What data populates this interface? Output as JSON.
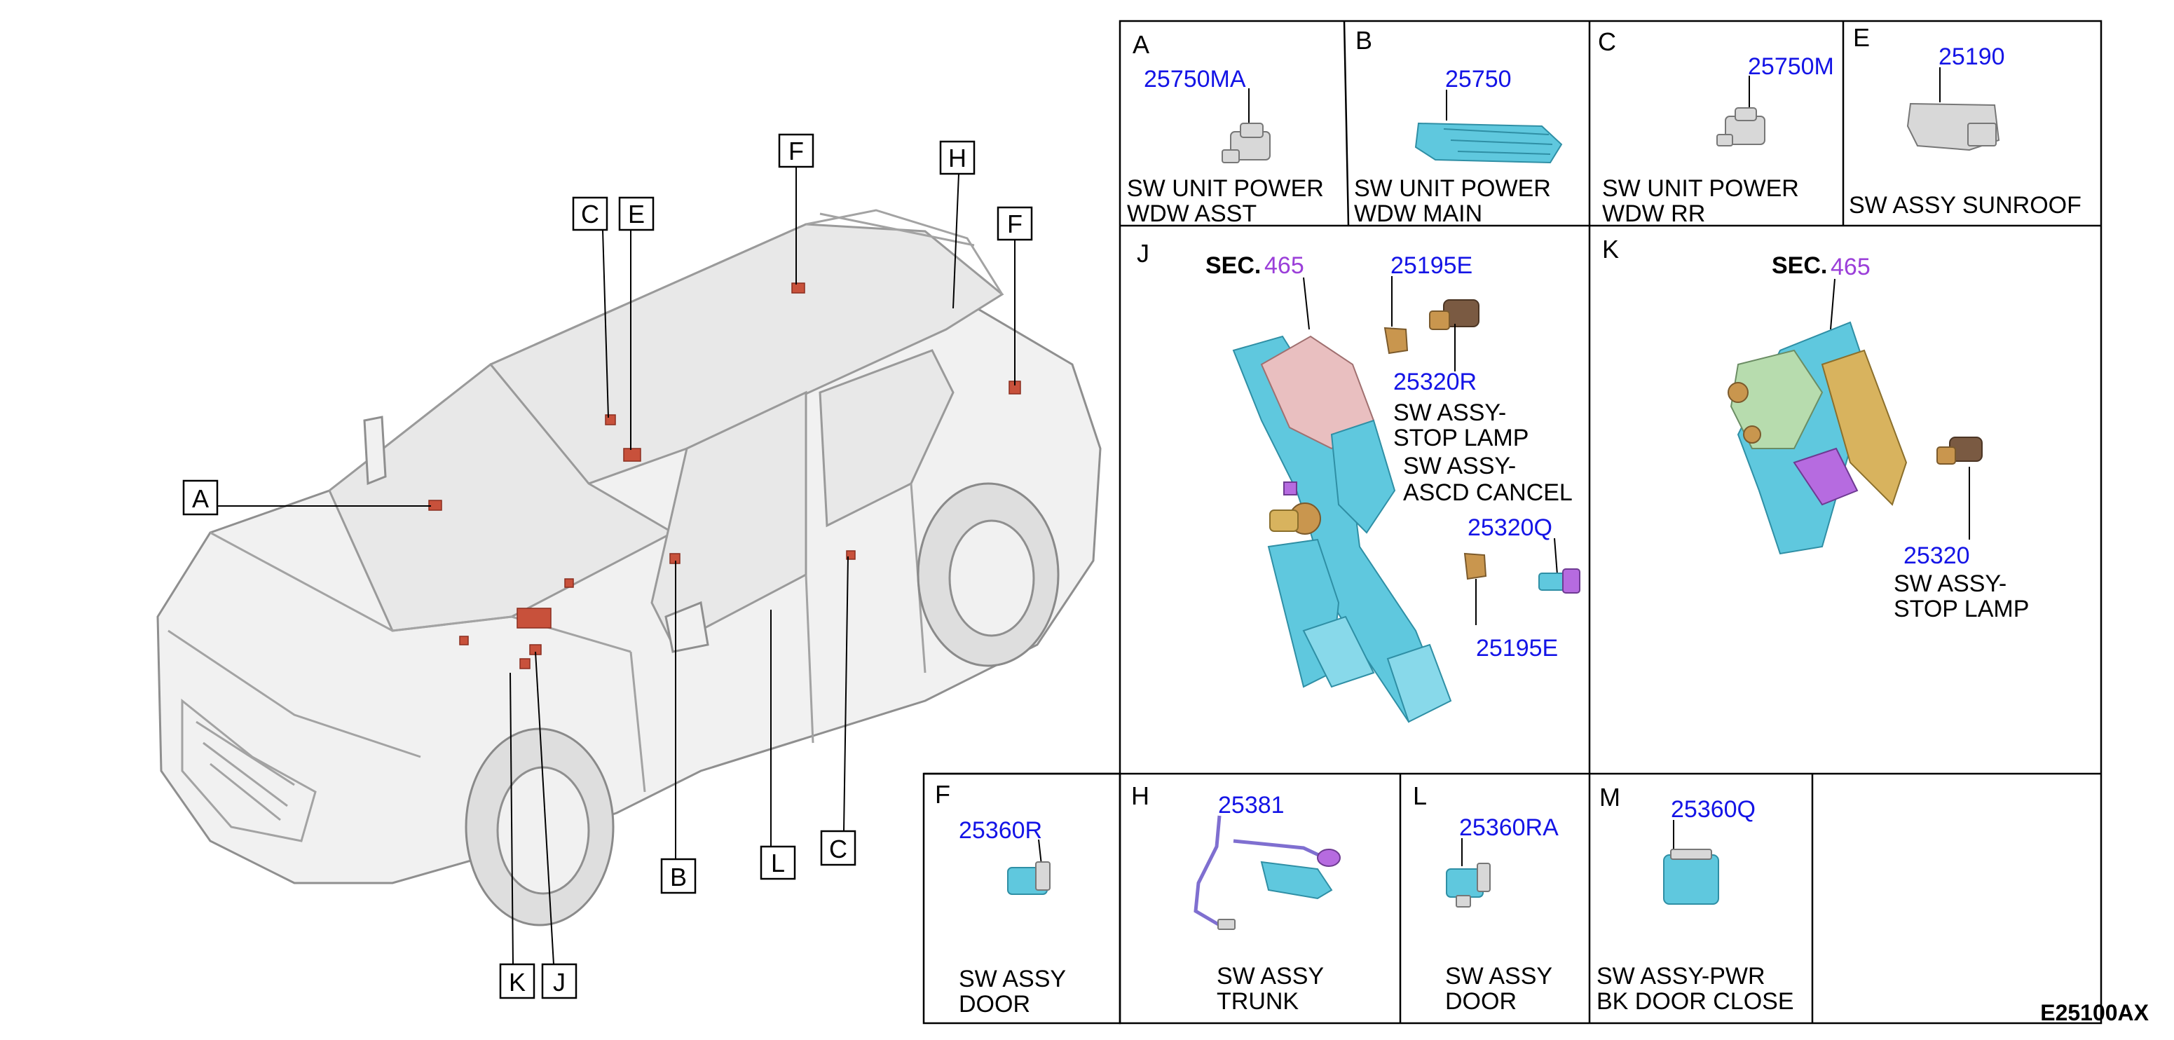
{
  "car_callouts": [
    {
      "id": "callout-a",
      "letter": "A"
    },
    {
      "id": "callout-b",
      "letter": "B"
    },
    {
      "id": "callout-c-top",
      "letter": "C"
    },
    {
      "id": "callout-c-bottom",
      "letter": "C"
    },
    {
      "id": "callout-e",
      "letter": "E"
    },
    {
      "id": "callout-f-top",
      "letter": "F"
    },
    {
      "id": "callout-f-right",
      "letter": "F"
    },
    {
      "id": "callout-h",
      "letter": "H"
    },
    {
      "id": "callout-j",
      "letter": "J"
    },
    {
      "id": "callout-k",
      "letter": "K"
    },
    {
      "id": "callout-l",
      "letter": "L"
    }
  ],
  "panels": {
    "A": {
      "letter": "A",
      "part": "25750MA",
      "desc": [
        "SW UNIT POWER",
        "WDW ASST"
      ]
    },
    "B": {
      "letter": "B",
      "part": "25750",
      "desc": [
        "SW UNIT POWER",
        "WDW MAIN"
      ]
    },
    "C": {
      "letter": "C",
      "part": "25750M",
      "desc": [
        "SW UNIT POWER",
        "WDW RR"
      ]
    },
    "E": {
      "letter": "E",
      "part": "25190",
      "desc": [
        "SW ASSY SUNROOF"
      ]
    },
    "J": {
      "letter": "J",
      "sec_label": "SEC.",
      "sec_num": "465",
      "parts": [
        "25195E",
        "25320R",
        "25320Q",
        "25195E"
      ],
      "desc1": [
        "SW ASSY-",
        "STOP LAMP"
      ],
      "desc2": [
        "SW ASSY-",
        "ASCD CANCEL"
      ]
    },
    "K": {
      "letter": "K",
      "sec_label": "SEC.",
      "sec_num": "465",
      "part": "25320",
      "desc": [
        "SW ASSY-",
        "STOP LAMP"
      ]
    },
    "F": {
      "letter": "F",
      "part": "25360R",
      "desc": [
        "SW ASSY",
        "DOOR"
      ]
    },
    "H": {
      "letter": "H",
      "part": "25381",
      "desc": [
        "SW ASSY",
        "TRUNK"
      ]
    },
    "L": {
      "letter": "L",
      "part": "25360RA",
      "desc": [
        "SW ASSY",
        "DOOR"
      ]
    },
    "M": {
      "letter": "M",
      "part": "25360Q",
      "desc": [
        "SW ASSY-PWR",
        "BK DOOR CLOSE"
      ]
    }
  },
  "figure_code": "E25100AX",
  "colors": {
    "part_number": "#1414e6",
    "section_number": "#9b3fd9",
    "highlight": "#c8513b",
    "component": "#5fc8de"
  }
}
